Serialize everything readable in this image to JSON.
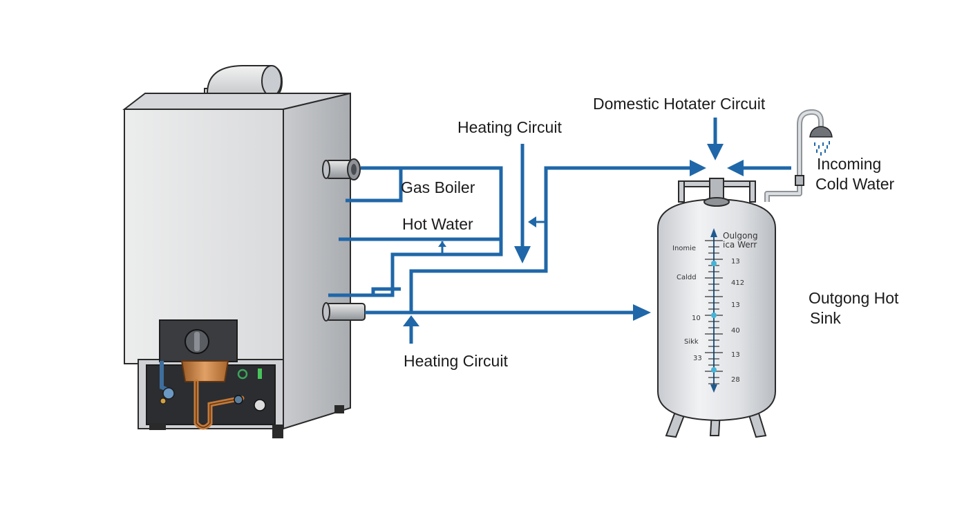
{
  "colors": {
    "pipe": "#1f67a8",
    "copper": "#c47a3a",
    "boiler_front": "#e6e7e8",
    "boiler_side": "#bfc1c4",
    "tank": "#dcdfe3"
  },
  "labels": {
    "heating_circuit_top": "Heating Circuit",
    "heating_circuit_bottom": "Heating Circuit",
    "domestic_hot_water_circuit": "Domestic Hotater Circuit",
    "gas_boiler": "Gas Boiler",
    "hot_water": "Hot Water",
    "incoming_cold_water_line1": "Incoming",
    "incoming_cold_water_line2": "Cold Water",
    "outgoing_hot_sink_line1": "Outgong Hot",
    "outgoing_hot_sink_line2": "Sink"
  },
  "tank_gauge": {
    "title_line1": "Oulgong",
    "title_line2": "ica Werr",
    "left_labels": [
      "Inomie",
      "Caldd",
      "10",
      "Sikk",
      "33"
    ],
    "right_labels": [
      "13",
      "412",
      "13",
      "40",
      "13",
      "28"
    ]
  },
  "icons": {
    "boiler": "gas-boiler-icon",
    "tank": "hot-water-tank-icon",
    "shower": "shower-head-icon",
    "flue": "flue-pipe-icon"
  }
}
